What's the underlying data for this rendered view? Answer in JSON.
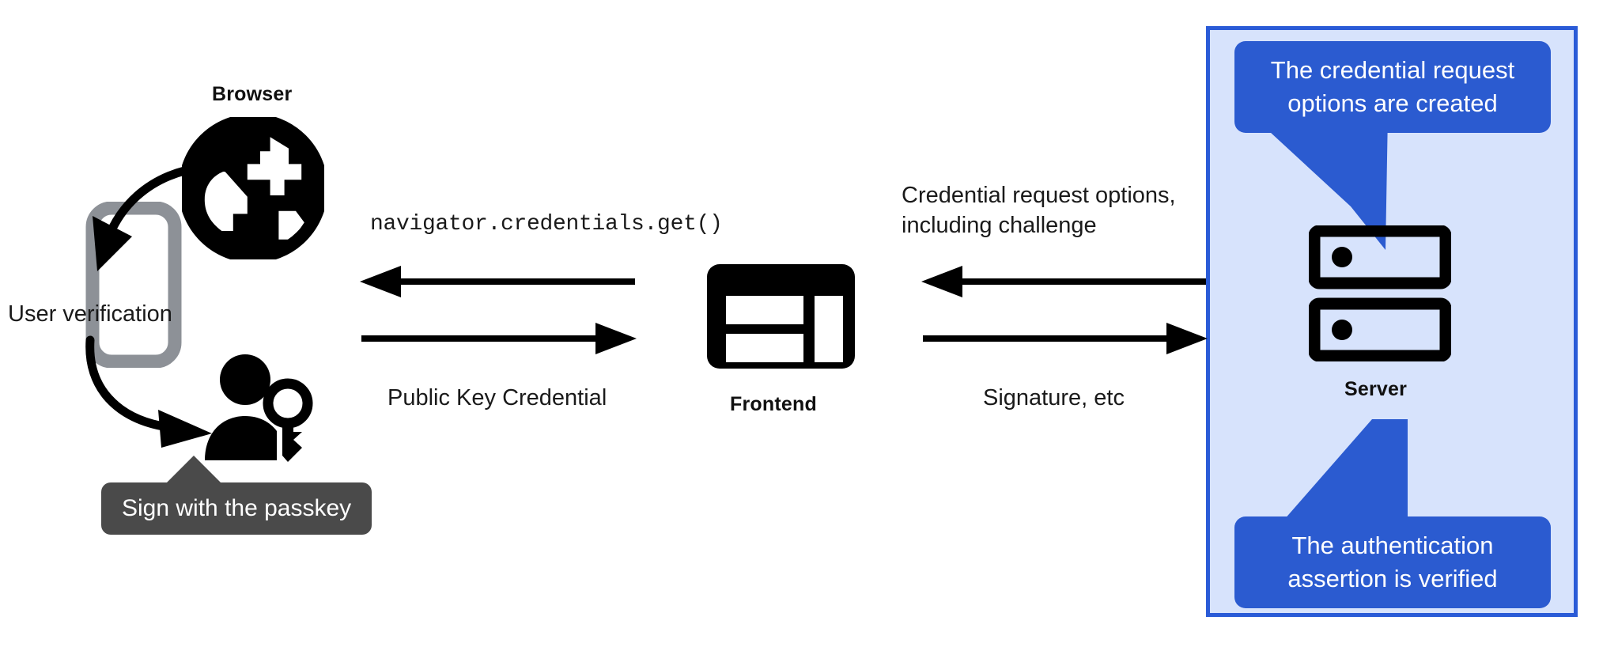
{
  "diagram": {
    "title": "WebAuthn passkey authentication flow",
    "colors": {
      "panel_fill": "#d7e3fc",
      "panel_border": "#2a5bd7",
      "callout_blue": "#2b5bd0",
      "tooltip_gray": "#4a4a4a",
      "ink": "#101010",
      "phone_gray": "#8d9197"
    }
  },
  "client": {
    "browser_label": "Browser",
    "user_verification_label": "User verification",
    "passkey_tooltip": "Sign with the passkey",
    "icons": {
      "globe": "globe-icon",
      "phone": "phone-icon",
      "person_key": "person-with-key-icon"
    }
  },
  "frontend": {
    "label": "Frontend",
    "icon": "dashboard-layout-icon"
  },
  "server": {
    "label": "Server",
    "icon": "server-racks-icon",
    "callout_top": "The credential request\noptions are created",
    "callout_bottom": "The authentication\nassertion is verified"
  },
  "flows": {
    "browser_to_frontend_in": "navigator.credentials.get()",
    "browser_to_frontend_out": "Public Key Credential",
    "frontend_to_server_in": "Credential request options,\nincluding challenge",
    "frontend_to_server_out": "Signature, etc"
  },
  "arrows": [
    {
      "name": "arrow-frontend-to-browser",
      "direction": "left"
    },
    {
      "name": "arrow-browser-to-frontend",
      "direction": "right"
    },
    {
      "name": "arrow-server-to-frontend",
      "direction": "left"
    },
    {
      "name": "arrow-frontend-to-server",
      "direction": "right"
    }
  ]
}
